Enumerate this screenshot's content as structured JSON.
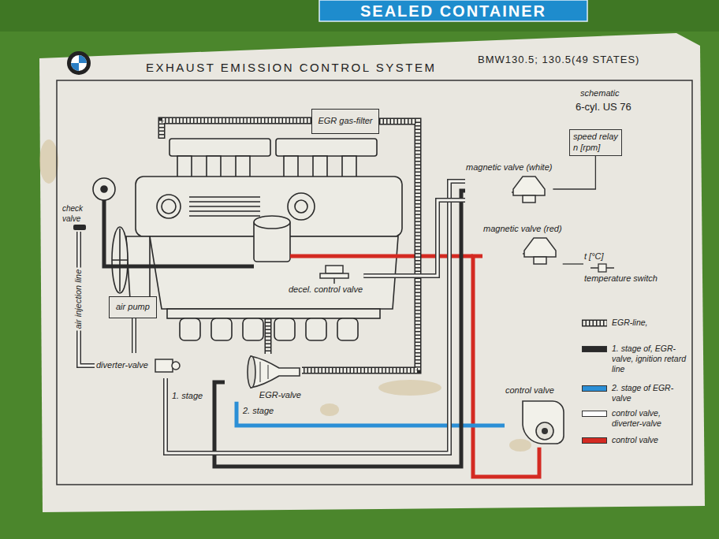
{
  "diagram": {
    "title": "EXHAUST EMISSION CONTROL SYSTEM",
    "nodes": [
      {
        "text": [
          "EGR gas-filter"
        ]
      },
      {
        "text": [
          "speed relay",
          "n [rpm]"
        ]
      },
      {
        "text": [
          "magnetic valve (white)"
        ]
      },
      {
        "text": [
          "magnetic valve (red)"
        ]
      },
      {
        "text": [
          "t [°C]",
          "temperature switch"
        ]
      },
      {
        "text": [
          "decel. control valve"
        ]
      },
      {
        "text": [
          "air pump"
        ]
      },
      {
        "text": [
          "diverter-valve"
        ]
      },
      {
        "text": [
          "EGR-valve"
        ]
      },
      {
        "text": [
          "control valve"
        ]
      },
      {
        "text": [
          "check valve"
        ]
      }
    ],
    "edges": [
      {
        "from": 0,
        "to": 8,
        "arrow": "none"
      },
      {
        "from": 1,
        "to": 2,
        "arrow": "none"
      },
      {
        "from": 4,
        "to": 3,
        "arrow": "none"
      },
      {
        "from": 3,
        "to": 9,
        "arrow": "none"
      },
      {
        "from": 9,
        "to": 8,
        "arrow": "none"
      },
      {
        "from": 8,
        "to": 2,
        "arrow": "none"
      },
      {
        "from": 2,
        "to": 7,
        "arrow": "none"
      },
      {
        "from": 2,
        "to": 5,
        "arrow": "none"
      },
      {
        "from": 6,
        "to": 7,
        "arrow": "none"
      },
      {
        "from": 7,
        "to": 10,
        "label": "air injection line",
        "arrow": "none"
      }
    ],
    "labels": [
      "SEALED CONTAINER",
      "BMW130.5; 130.5(49 STATES)",
      "schematic",
      "6-cyl. US 76",
      "1. stage",
      "2. stage"
    ],
    "legend": [
      {
        "text": "EGR-line,"
      },
      {
        "text": "1. stage of, EGR-valve, ignition retard line",
        "color": "#2a2a2a"
      },
      {
        "text": "2. stage of EGR-valve",
        "color": "#2b8fd6"
      },
      {
        "text": "control valve, diverter-valve",
        "color": "#ffffff"
      },
      {
        "text": "control valve",
        "color": "#d42a22"
      }
    ]
  }
}
